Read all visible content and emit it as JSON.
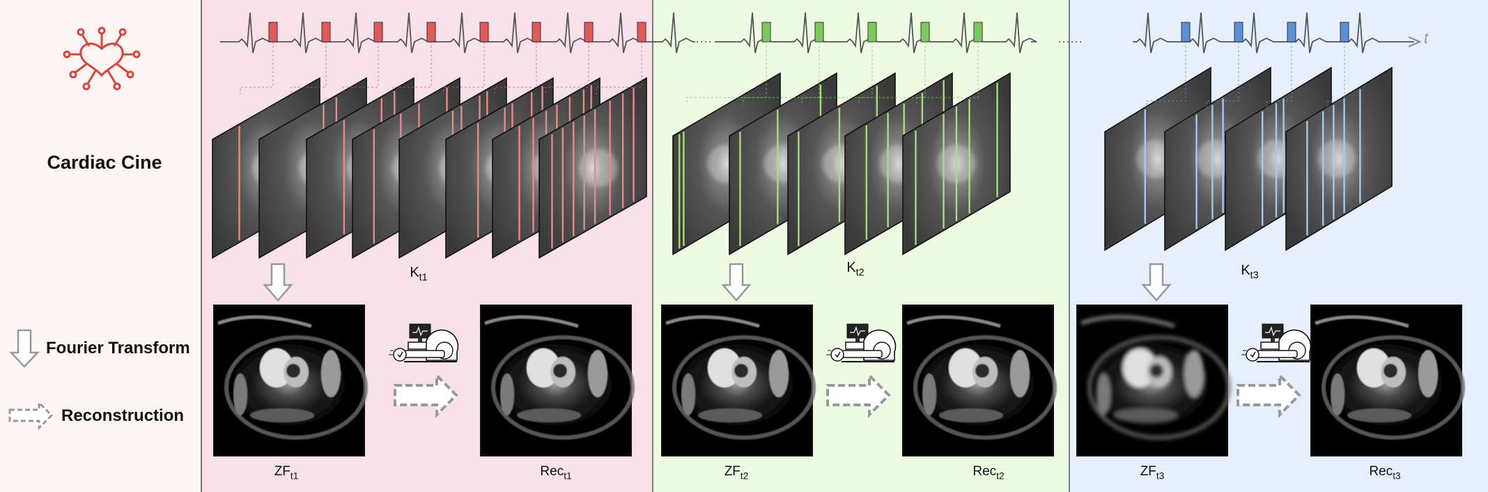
{
  "left_panel": {
    "title": "Cardiac Cine",
    "legend": [
      {
        "icon": "fourier-transform-arrow-icon",
        "label": "Fourier Transform"
      },
      {
        "icon": "reconstruction-dashed-arrow-icon",
        "label": "Reconstruction"
      }
    ]
  },
  "time_axis_label": "t",
  "panels": [
    {
      "id": "t1",
      "color": "#e05a5a",
      "line_color": "#e88a8a",
      "bg": "#f8e1e8",
      "k_label": {
        "main": "K",
        "sub": "t1"
      },
      "zf_label": {
        "main": "ZF",
        "sub": "t1"
      },
      "rec_label": {
        "main": "Rec",
        "sub": "t1"
      }
    },
    {
      "id": "t2",
      "color": "#7ec85e",
      "line_color": "#a9dc7e",
      "bg": "#eefbe3",
      "k_label": {
        "main": "K",
        "sub": "t2"
      },
      "zf_label": {
        "main": "ZF",
        "sub": "t2"
      },
      "rec_label": {
        "main": "Rec",
        "sub": "t2"
      }
    },
    {
      "id": "t3",
      "color": "#5b8fd8",
      "line_color": "#a9c7ef",
      "bg": "#e6f0fc",
      "k_label": {
        "main": "K",
        "sub": "t3"
      },
      "zf_label": {
        "main": "ZF",
        "sub": "t3"
      },
      "rec_label": {
        "main": "Rec",
        "sub": "t3"
      }
    }
  ],
  "icons": [
    "heart-circuit-icon",
    "mri-scanner-icon"
  ]
}
